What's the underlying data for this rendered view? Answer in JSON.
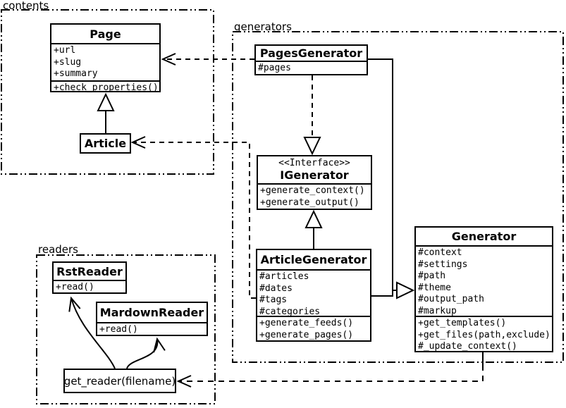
{
  "diagram": {
    "colors": {
      "line": "#000000",
      "background": "#ffffff",
      "box_fill": "#ffffff"
    },
    "packages": {
      "contents": {
        "label": "contents"
      },
      "generators": {
        "label": "generators"
      },
      "readers": {
        "label": "readers"
      }
    },
    "classes": {
      "page": {
        "title": "Page",
        "attributes": [
          "+url",
          "+slug",
          "+summary"
        ],
        "methods": [
          "+check_properties()"
        ]
      },
      "article": {
        "title": "Article"
      },
      "pages_generator": {
        "title": "PagesGenerator",
        "attributes": [
          "#pages"
        ]
      },
      "igenerator": {
        "stereotype": "<<Interface>>",
        "title": "IGenerator",
        "methods": [
          "+generate_context()",
          "+generate_output()"
        ]
      },
      "article_generator": {
        "title": "ArticleGenerator",
        "attributes": [
          "#articles",
          "#dates",
          "#tags",
          "#categories"
        ],
        "methods": [
          "+generate_feeds()",
          "+generate_pages()"
        ]
      },
      "generator": {
        "title": "Generator",
        "attributes": [
          "#context",
          "#settings",
          "#path",
          "#theme",
          "#output_path",
          "#markup"
        ],
        "methods": [
          "+get_templates()",
          "+get_files(path,exclude)",
          "#_update_context()"
        ]
      },
      "rst_reader": {
        "title": "RstReader",
        "methods": [
          "+read()"
        ]
      },
      "mardown_reader": {
        "title": "MardownReader",
        "methods": [
          "+read()"
        ]
      },
      "get_reader": {
        "label": "get_reader(filename)"
      }
    },
    "edges": [
      {
        "from": "Article",
        "to": "Page",
        "type": "generalization"
      },
      {
        "from": "PagesGenerator",
        "to": "Page",
        "type": "dependency"
      },
      {
        "from": "ArticleGenerator",
        "to": "Article",
        "type": "dependency"
      },
      {
        "from": "PagesGenerator",
        "to": "IGenerator",
        "type": "realization"
      },
      {
        "from": "ArticleGenerator",
        "to": "IGenerator",
        "type": "generalization"
      },
      {
        "from": "PagesGenerator",
        "to": "Generator",
        "type": "generalization"
      },
      {
        "from": "ArticleGenerator",
        "to": "Generator",
        "type": "generalization"
      },
      {
        "from": "Generator",
        "to": "get_reader(filename)",
        "type": "dependency"
      },
      {
        "from": "get_reader(filename)",
        "to": "RstReader",
        "type": "arrow"
      },
      {
        "from": "get_reader(filename)",
        "to": "MardownReader",
        "type": "arrow"
      }
    ]
  }
}
